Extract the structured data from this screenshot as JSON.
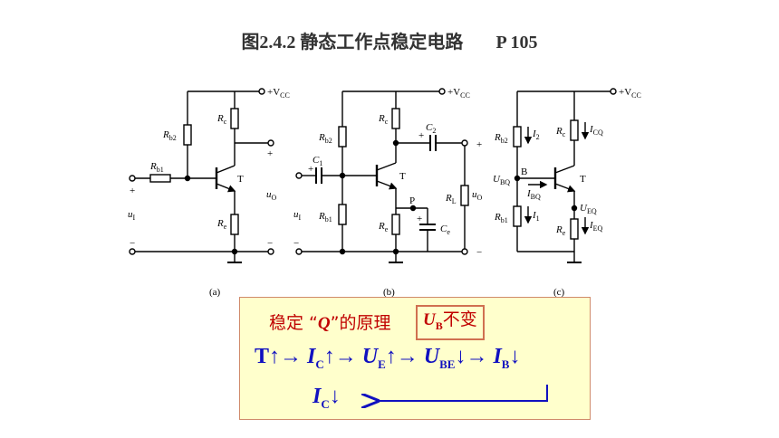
{
  "title": {
    "text": "图2.4.2  静态工作点稳定电路",
    "page": "P 105"
  },
  "circuits": {
    "a": {
      "caption": "(a)",
      "vcc": "+V",
      "vcc_sub": "CC",
      "rb2": "R",
      "rb2_sub": "b2",
      "rc": "R",
      "rc_sub": "c",
      "rb1": "R",
      "rb1_sub": "b1",
      "re": "R",
      "re_sub": "e",
      "transistor": "T",
      "ui": "u",
      "ui_sub": "I",
      "uo": "u",
      "uo_sub": "O",
      "plus": "+",
      "minus": "−"
    },
    "b": {
      "caption": "(b)",
      "vcc": "+V",
      "vcc_sub": "CC",
      "rb2": "R",
      "rb2_sub": "b2",
      "rc": "R",
      "rc_sub": "c",
      "rb1": "R",
      "rb1_sub": "b1",
      "re": "R",
      "re_sub": "e",
      "rl": "R",
      "rl_sub": "L",
      "c1": "C",
      "c1_sub": "1",
      "c2": "C",
      "c2_sub": "2",
      "ce": "C",
      "ce_sub": "e",
      "transistor": "T",
      "node_p": "P",
      "ui": "u",
      "ui_sub": "I",
      "uo": "u",
      "uo_sub": "O",
      "plus": "+",
      "minus": "−"
    },
    "c": {
      "caption": "(c)",
      "vcc": "+V",
      "vcc_sub": "CC",
      "rb2": "R",
      "rb2_sub": "b2",
      "rc": "R",
      "rc_sub": "c",
      "rb1": "R",
      "rb1_sub": "b1",
      "re": "R",
      "re_sub": "e",
      "transistor": "T",
      "node_b": "B",
      "i2": "I",
      "i2_sub": "2",
      "i1": "I",
      "i1_sub": "1",
      "icq": "I",
      "icq_sub": "CQ",
      "ieq": "I",
      "ieq_sub": "EQ",
      "ibq": "I",
      "ibq_sub": "BQ",
      "ubq": "U",
      "ubq_sub": "BQ",
      "ueq": "U",
      "ueq_sub": "EQ"
    }
  },
  "principle": {
    "prefix": "稳定 “",
    "q": "Q",
    "suffix": "”的原理",
    "box_u": "U",
    "box_sub": "B",
    "box_text": "不变"
  },
  "chain": {
    "t": "T",
    "ic": "I",
    "ic_sub": "C",
    "ue": "U",
    "ue_sub": "E",
    "ube": "U",
    "ube_sub": "BE",
    "ib": "I",
    "ib_sub": "B",
    "up": "↑",
    "down": "↓",
    "arrow": "→",
    "ic2": "I",
    "ic2_sub": "C"
  }
}
